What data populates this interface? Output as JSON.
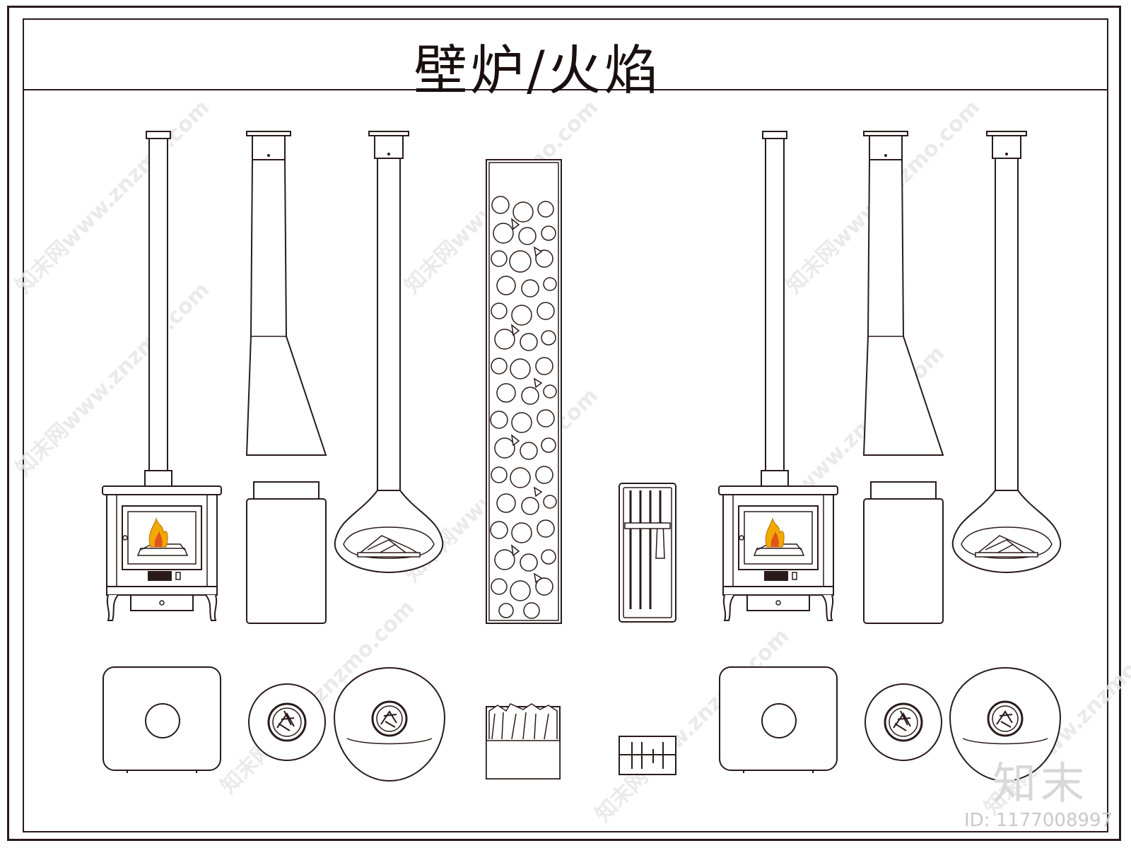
{
  "title": "壁炉/火焰",
  "watermark": "知末网www.znzmo.com",
  "logo_text": "知末",
  "id_label": "ID: 1177008997",
  "colors": {
    "line": "#2a1a1a",
    "flame_outer": "#f2a900",
    "flame_inner": "#e0551b",
    "watermark": "#e6e6e6"
  }
}
